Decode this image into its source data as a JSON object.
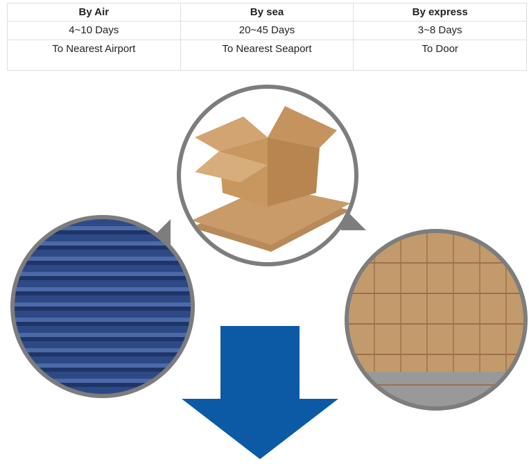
{
  "shipping_table": {
    "headers": [
      "By Air",
      "By sea",
      "By express"
    ],
    "durations": [
      "4~10 Days",
      "20~45 Days",
      "3~8 Days"
    ],
    "destinations": [
      "To Nearest Airport",
      "To Nearest Seaport",
      "To Door"
    ]
  },
  "colors": {
    "arrow": "#0c5aa6",
    "circle_border": "#7d7d7d"
  }
}
